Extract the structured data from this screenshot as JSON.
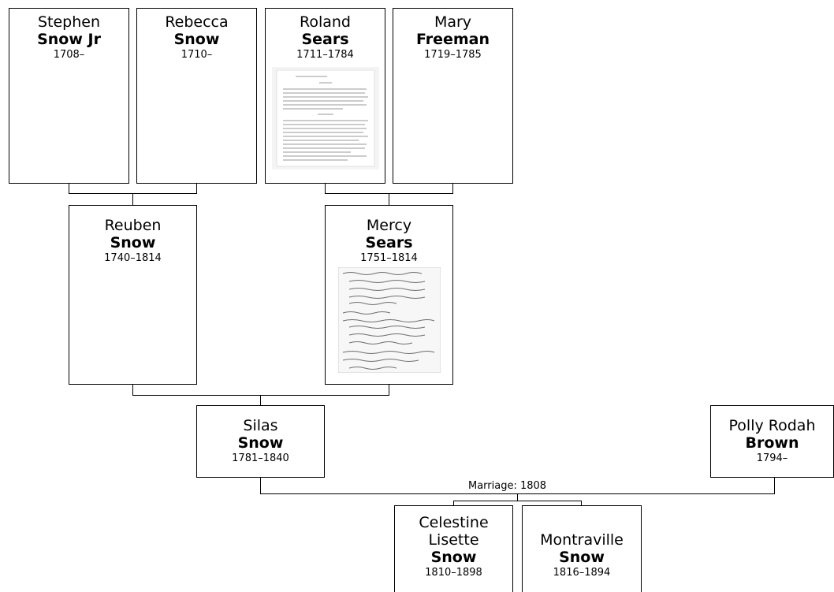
{
  "people": {
    "stephen": {
      "given": "Stephen",
      "surname": "Snow Jr",
      "dates": "1708–"
    },
    "rebecca": {
      "given": "Rebecca",
      "surname": "Snow",
      "dates": "1710–"
    },
    "roland": {
      "given": "Roland",
      "surname": "Sears",
      "dates": "1711–1784"
    },
    "mary": {
      "given": "Mary",
      "surname": "Freeman",
      "dates": "1719–1785"
    },
    "reuben": {
      "given": "Reuben",
      "surname": "Snow",
      "dates": "1740–1814"
    },
    "mercy": {
      "given": "Mercy",
      "surname": "Sears",
      "dates": "1751–1814"
    },
    "silas": {
      "given": "Silas",
      "surname": "Snow",
      "dates": "1781–1840"
    },
    "polly": {
      "given": "Polly Rodah",
      "surname": "Brown",
      "dates": "1794–"
    },
    "celestine": {
      "given": "Celestine",
      "given2": "Lisette",
      "surname": "Snow",
      "dates": "1810–1898"
    },
    "montraville": {
      "given": "Montraville",
      "surname": "Snow",
      "dates": "1816–1894"
    }
  },
  "marriage": {
    "label": "Marriage: 1808"
  }
}
